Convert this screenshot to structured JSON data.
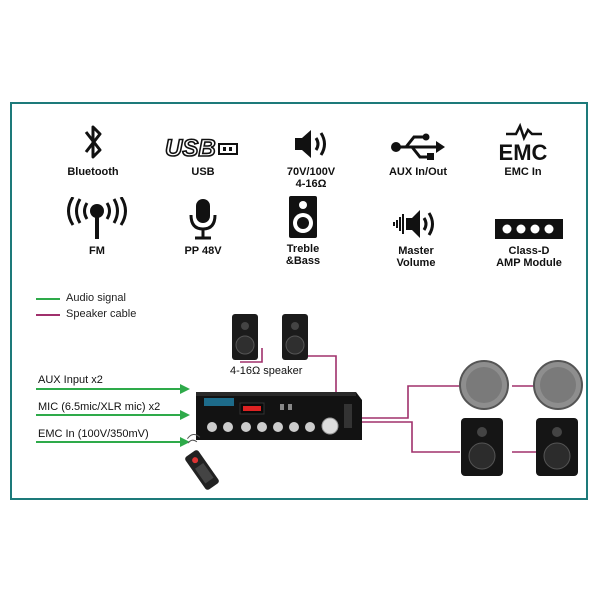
{
  "features": [
    {
      "label": "Bluetooth",
      "icon": "bluetooth-icon"
    },
    {
      "label": "USB",
      "icon": "usb-icon"
    },
    {
      "label": "70V/100V\n4-16Ω",
      "icon": "speaker-volume-icon"
    },
    {
      "label": "AUX In/Out",
      "icon": "usb-trident-icon"
    },
    {
      "label": "EMC In",
      "icon": "emc-logo-icon"
    },
    {
      "label": "FM",
      "icon": "radio-antenna-icon"
    },
    {
      "label": "PP 48V",
      "icon": "microphone-icon"
    },
    {
      "label": "Treble\n&Bass",
      "icon": "loudspeaker-box-icon"
    },
    {
      "label": "Master\nVolume",
      "icon": "master-volume-icon"
    },
    {
      "label": "Class-D\nAMP Module",
      "icon": "amp-module-icon"
    }
  ],
  "legend": [
    {
      "label": "Audio signal",
      "color": "#2eaa4a"
    },
    {
      "label": "Speaker cable",
      "color": "#a0306c"
    }
  ],
  "inputs": [
    "AUX Input x2",
    "MIC (6.5mic/XLR mic) x2",
    "EMC In (100V/350mV)"
  ],
  "speaker_label": "4-16Ω speaker",
  "usb_icon_text": "USB",
  "emc_icon_text": "EMC",
  "colors": {
    "border": "#1d7a7a",
    "audio": "#2eaa4a",
    "speaker": "#a0306c"
  }
}
